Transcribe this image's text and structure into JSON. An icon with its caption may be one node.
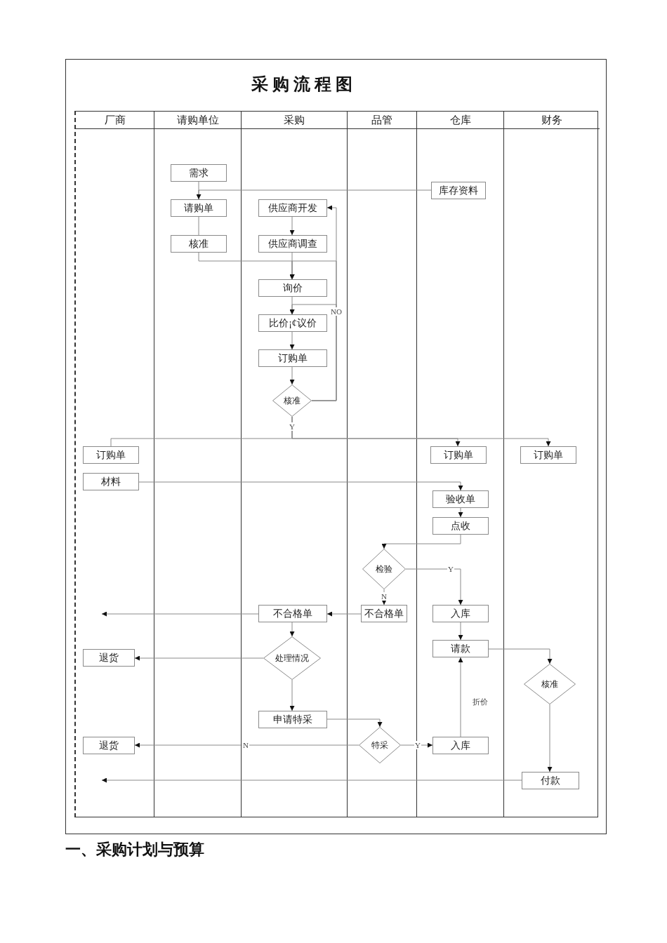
{
  "diagram": {
    "title": "采 购 流 程 图",
    "nodes": [
      {
        "text": [
          "需求"
        ]
      },
      {
        "text": [
          "库存资料"
        ]
      },
      {
        "text": [
          "请购单"
        ]
      },
      {
        "text": [
          "核准"
        ]
      },
      {
        "text": [
          "供应商开发"
        ]
      },
      {
        "text": [
          "供应商调查"
        ]
      },
      {
        "text": [
          "询价"
        ]
      },
      {
        "text": [
          "比价¡¢议价"
        ]
      },
      {
        "text": [
          "订购单"
        ]
      },
      {
        "text": [
          "核准"
        ]
      },
      {
        "text": [
          "订购单"
        ]
      },
      {
        "text": [
          "订购单"
        ]
      },
      {
        "text": [
          "订购单"
        ]
      },
      {
        "text": [
          "材料"
        ]
      },
      {
        "text": [
          "验收单"
        ]
      },
      {
        "text": [
          "点收"
        ]
      },
      {
        "text": [
          "检验"
        ]
      },
      {
        "text": [
          "不合格单"
        ]
      },
      {
        "text": [
          "入库"
        ]
      },
      {
        "text": [
          "不合格单"
        ]
      },
      {
        "text": [
          "处理情况"
        ]
      },
      {
        "text": [
          "退货"
        ]
      },
      {
        "text": [
          "请款"
        ]
      },
      {
        "text": [
          "核准"
        ]
      },
      {
        "text": [
          "申请特采"
        ]
      },
      {
        "text": [
          "特采"
        ]
      },
      {
        "text": [
          "入库"
        ]
      },
      {
        "text": [
          "退货"
        ]
      },
      {
        "text": [
          "付款"
        ]
      }
    ],
    "edges": [
      {
        "from": 0,
        "to": 2,
        "arrow": "none"
      },
      {
        "from": 1,
        "to": 2,
        "arrow": "to"
      },
      {
        "from": 2,
        "to": 3,
        "arrow": "none"
      },
      {
        "from": 3,
        "to": 6,
        "arrow": "to"
      },
      {
        "from": 4,
        "to": 5,
        "arrow": "to"
      },
      {
        "from": 5,
        "to": 6,
        "arrow": "to"
      },
      {
        "from": 9,
        "to": 4,
        "arrow": "to"
      },
      {
        "from": 9,
        "to": 6,
        "arrow": "to"
      },
      {
        "from": 9,
        "to": 7,
        "arrow": "to",
        "label": "NO"
      },
      {
        "from": 6,
        "to": 7,
        "arrow": "to"
      },
      {
        "from": 7,
        "to": 8,
        "arrow": "to"
      },
      {
        "from": 8,
        "to": 9,
        "arrow": "to"
      },
      {
        "from": 9,
        "to": 10,
        "arrow": "none"
      },
      {
        "from": 9,
        "to": 11,
        "arrow": "to",
        "label": "Y"
      },
      {
        "from": 9,
        "to": 12,
        "arrow": "to"
      },
      {
        "from": 13,
        "to": 14,
        "arrow": "to"
      },
      {
        "from": 14,
        "to": 15,
        "arrow": "to"
      },
      {
        "from": 15,
        "to": 16,
        "arrow": "to"
      },
      {
        "from": 16,
        "to": 18,
        "arrow": "to",
        "label": "Y"
      },
      {
        "from": 16,
        "to": 17,
        "arrow": "to",
        "label": "N"
      },
      {
        "from": 17,
        "to": 19,
        "arrow": "to"
      },
      {
        "from": 19,
        "to": null,
        "arrow": "to"
      },
      {
        "from": 19,
        "to": 20,
        "arrow": "to"
      },
      {
        "from": 20,
        "to": 21,
        "arrow": "to"
      },
      {
        "from": 20,
        "to": 24,
        "arrow": "to"
      },
      {
        "from": 24,
        "to": 25,
        "arrow": "to"
      },
      {
        "from": 25,
        "to": 26,
        "arrow": "to",
        "label": "Y"
      },
      {
        "from": 25,
        "to": 27,
        "arrow": "to",
        "label": "N"
      },
      {
        "from": 18,
        "to": 22,
        "arrow": "to"
      },
      {
        "from": 26,
        "to": 22,
        "arrow": "to",
        "label": "折价"
      },
      {
        "from": 22,
        "to": 23,
        "arrow": "to"
      },
      {
        "from": 23,
        "to": 28,
        "arrow": "to"
      },
      {
        "from": 28,
        "to": null,
        "arrow": "to"
      }
    ],
    "labels": [
      "厂商",
      "请购单位",
      "采购",
      "品管",
      "仓库",
      "财务",
      "一、采购计划与预算"
    ]
  }
}
